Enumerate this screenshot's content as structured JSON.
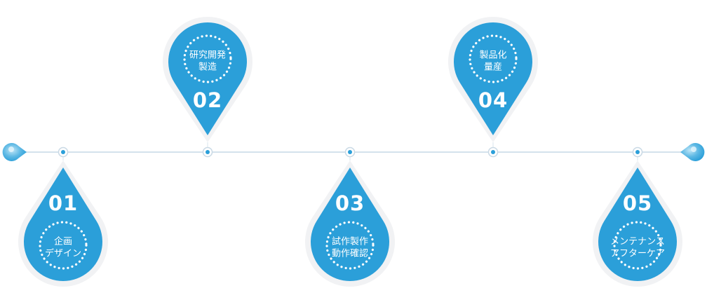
{
  "colors": {
    "drop": "#2b9fd9",
    "drop_light": "#8fd0f0",
    "line": "#c5d8e6",
    "node": "#2b9fd9",
    "halo": "#f1f2f4",
    "text": "#ffffff"
  },
  "steps": [
    {
      "number": "01",
      "label_lines": [
        "企画",
        "デザイン"
      ],
      "orientation": "down"
    },
    {
      "number": "02",
      "label_lines": [
        "研究開発",
        "製造"
      ],
      "orientation": "up"
    },
    {
      "number": "03",
      "label_lines": [
        "試作製作",
        "動作確認"
      ],
      "orientation": "down"
    },
    {
      "number": "04",
      "label_lines": [
        "製品化",
        "量産"
      ],
      "orientation": "up"
    },
    {
      "number": "05",
      "label_lines": [
        "メンテナンス",
        "アフターケア"
      ],
      "orientation": "down"
    }
  ]
}
